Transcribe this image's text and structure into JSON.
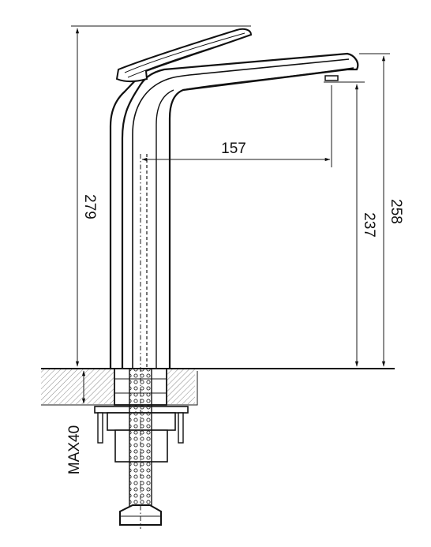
{
  "dimensions": {
    "reach": "157",
    "total_height": "279",
    "spout_height": "237",
    "spout_top_height": "258",
    "max_counter_thickness": "MAX40"
  }
}
